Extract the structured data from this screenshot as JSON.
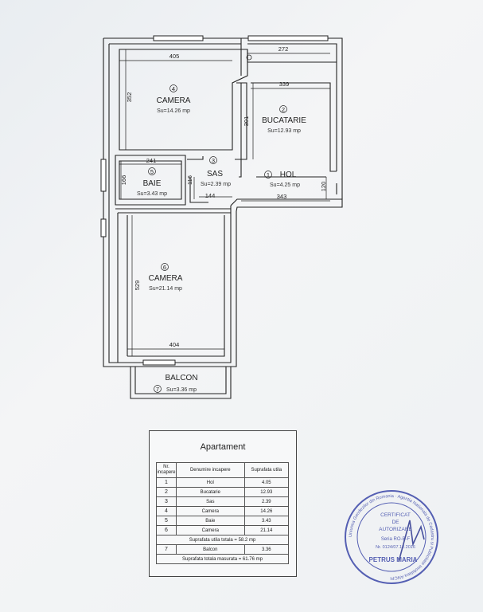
{
  "rooms": [
    {
      "id": "camera-1",
      "num": "4",
      "name": "CAMERA",
      "area": "Su=14.26 mp"
    },
    {
      "id": "bucatarie",
      "num": "2",
      "name": "BUCATARIE",
      "area": "Su=12.93 mp"
    },
    {
      "id": "baie",
      "num": "5",
      "name": "BAIE",
      "area": "Su=3.43 mp"
    },
    {
      "id": "sas",
      "num": "3",
      "name": "SAS",
      "area": "Su=2.39 mp"
    },
    {
      "id": "hol",
      "num": "1",
      "name": "HOL",
      "area": "Su=4.25 mp"
    },
    {
      "id": "camera-2",
      "num": "6",
      "name": "CAMERA",
      "area": "Su=21.14 mp"
    },
    {
      "id": "balcon",
      "num": "7",
      "name": "BALCON",
      "area": "Su=3.36 mp"
    }
  ],
  "dimensions": {
    "d405": "405",
    "d272": "272",
    "d339": "339",
    "d352": "352",
    "d301": "301",
    "d241": "241",
    "d166": "166",
    "d116": "116",
    "d144": "144",
    "d343": "343",
    "d120": "120",
    "d529": "529",
    "d404": "404"
  },
  "legend": {
    "title": "Apartament",
    "headers": {
      "nr": "Nr. incapere",
      "name": "Denumire incapere",
      "area": "Suprafata utila"
    },
    "rows": [
      {
        "nr": "1",
        "name": "Hol",
        "area": "4.05"
      },
      {
        "nr": "2",
        "name": "Bucatarie",
        "area": "12.93"
      },
      {
        "nr": "3",
        "name": "Sas",
        "area": "2.39"
      },
      {
        "nr": "4",
        "name": "Camera",
        "area": "14.26"
      },
      {
        "nr": "5",
        "name": "Baie",
        "area": "3.43"
      },
      {
        "nr": "6",
        "name": "Camera",
        "area": "21.14"
      }
    ],
    "total_useful": "Suprafata utila totala = 58.2 mp",
    "balcony_row": {
      "nr": "7",
      "name": "Balcon",
      "area": "3.36"
    },
    "total_measured": "Suprafata totala masurata = 61.76 mp"
  },
  "stamp": {
    "line1": "CERTIFICAT",
    "line2": "DE",
    "line3": "AUTORIZARE",
    "line4": "Seria RO-B-F",
    "line5": "Nr. 0124/07.12.2016",
    "name": "PETRUS MARIA",
    "ring_text": "Uniunea Geodezilor din Romania · Agentia Nationala de Cadastru si Publicitate Imobiliara ANCPI",
    "color": "#3a46a8"
  }
}
